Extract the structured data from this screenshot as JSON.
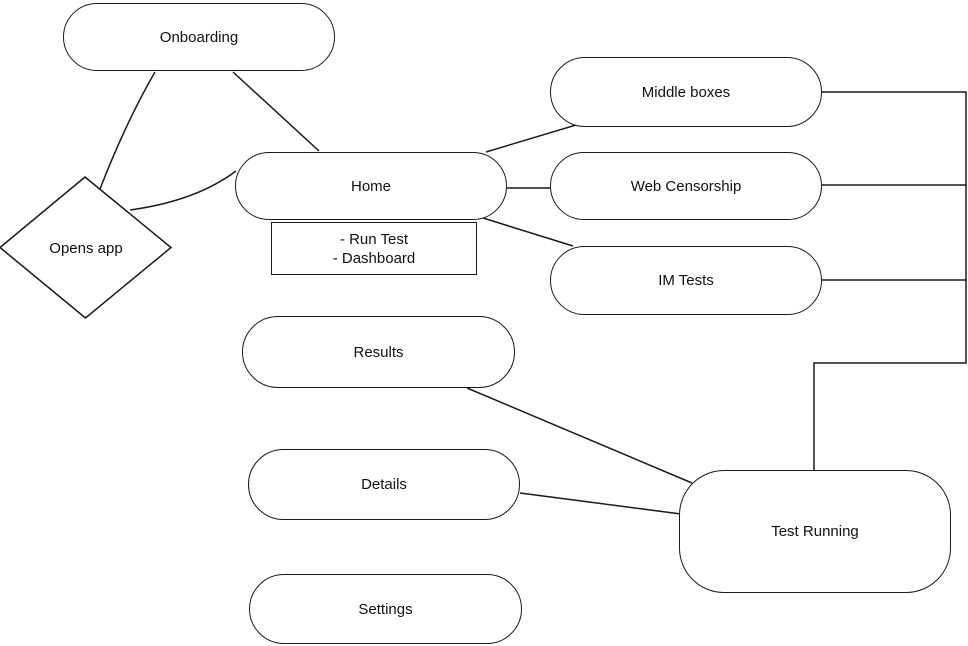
{
  "diagram": {
    "background_color": "#ffffff",
    "stroke_color": "#1a1a1a",
    "text_color": "#111111",
    "nodes": [
      {
        "id": "onboarding",
        "label": "Onboarding",
        "shape": "stadium"
      },
      {
        "id": "opens-app",
        "label": "Opens app",
        "shape": "diamond"
      },
      {
        "id": "home",
        "label": "Home",
        "shape": "stadium"
      },
      {
        "id": "home-note",
        "shape": "rect",
        "lines": [
          "- Run Test",
          "- Dashboard"
        ]
      },
      {
        "id": "middle-boxes",
        "label": "Middle boxes",
        "shape": "stadium"
      },
      {
        "id": "web-censorship",
        "label": "Web Censorship",
        "shape": "stadium"
      },
      {
        "id": "im-tests",
        "label": "IM Tests",
        "shape": "stadium"
      },
      {
        "id": "results",
        "label": "Results",
        "shape": "stadium"
      },
      {
        "id": "details",
        "label": "Details",
        "shape": "stadium"
      },
      {
        "id": "settings",
        "label": "Settings",
        "shape": "stadium"
      },
      {
        "id": "test-running",
        "label": "Test Running",
        "shape": "rounded-rect"
      }
    ],
    "edges": [
      {
        "from": "Onboarding",
        "to": "Opens app",
        "style": "curve"
      },
      {
        "from": "Onboarding",
        "to": "Home",
        "style": "line"
      },
      {
        "from": "Opens app",
        "to": "Home",
        "style": "curve"
      },
      {
        "from": "Home",
        "to": "Middle boxes",
        "style": "line"
      },
      {
        "from": "Home",
        "to": "Web Censorship",
        "style": "line"
      },
      {
        "from": "Home",
        "to": "IM Tests",
        "style": "line"
      },
      {
        "from": "Middle boxes",
        "to": "Test Running",
        "style": "elbow"
      },
      {
        "from": "Web Censorship",
        "to": "Test Running",
        "style": "elbow"
      },
      {
        "from": "IM Tests",
        "to": "Test Running",
        "style": "elbow"
      },
      {
        "from": "Results",
        "to": "Test Running",
        "style": "line"
      },
      {
        "from": "Details",
        "to": "Test Running",
        "style": "line"
      }
    ]
  }
}
